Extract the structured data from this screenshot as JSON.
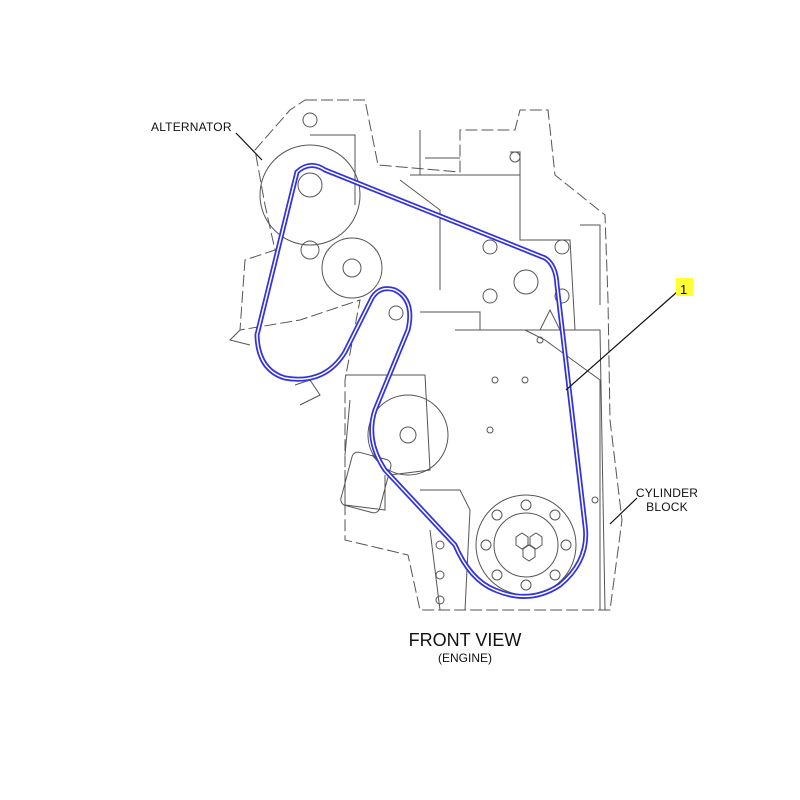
{
  "labels": {
    "alternator": "ALTERNATOR",
    "cylinder_block_line1": "CYLINDER",
    "cylinder_block_line2": "BLOCK",
    "callout": "1",
    "view_title": "FRONT VIEW",
    "view_subtitle": "(ENGINE)"
  },
  "colors": {
    "belt": "#3333dd",
    "linework": "#555555",
    "callout_highlight": "#ffff33"
  }
}
